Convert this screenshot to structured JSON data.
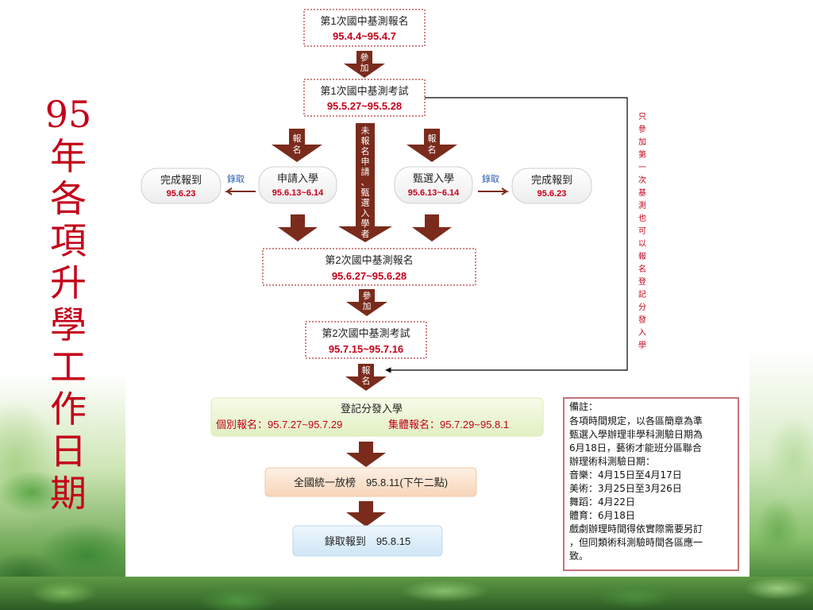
{
  "title_chars": [
    "95",
    "年",
    "各",
    "項",
    "升",
    "學",
    "工",
    "作",
    "日",
    "期"
  ],
  "colors": {
    "title": "#c4001a",
    "arrow": "#7a2b1c",
    "date": "#c4001a",
    "dotted_border": "#c45c5c",
    "green_box": "#eef7d8",
    "orange_box": "#fbe3cf",
    "blue_box": "#dfeffa",
    "link": "#2a5db0"
  },
  "flow": {
    "reg1": {
      "name": "第1次國中基測報名",
      "date": "95.4.4~95.4.7"
    },
    "join1": "參加",
    "exam1": {
      "name": "第1次國中基測考試",
      "date": "95.5.27~95.5.28"
    },
    "left_tag": "報名",
    "mid_note": "未報名申請、甄選入學者",
    "right_tag": "報名",
    "apply": {
      "name": "申請入學",
      "date": "95.6.13~6.14"
    },
    "select": {
      "name": "甄選入學",
      "date": "95.6.13~6.14"
    },
    "admit_left": "錄取",
    "admit_right": "錄取",
    "done_left": {
      "name": "完成報到",
      "date": "95.6.23"
    },
    "done_right": {
      "name": "完成報到",
      "date": "95.6.23"
    },
    "reg2": {
      "name": "第2次國中基測報名",
      "date": "95.6.27~95.6.28"
    },
    "join2": "參加",
    "exam2": {
      "name": "第2次國中基測考試",
      "date": "95.7.15~95.7.16"
    },
    "reg3": "報名",
    "side_note": "只參加第一次基測也可以報名登記分發入學",
    "dist": {
      "name": "登記分發入學",
      "individual": "個別報名：95.7.27~95.7.29",
      "group": "集體報名：95.7.29~95.8.1"
    },
    "release": "全國統一放榜　95.8.11(下午二點)",
    "enroll": "錄取報到　95.8.15"
  },
  "remarks": {
    "heading": "備註：",
    "lines": [
      "各項時間規定，以各區簡章為準",
      "甄選入學辦理非學科測驗日期為",
      "6月18日，藝術才能班分區聯合",
      "辦理術科測驗日期：",
      "音樂：4月15日至4月17日",
      "美術：3月25日至3月26日",
      "舞蹈：4月22日",
      "體育：6月18日",
      "戲劇辦理時間得依實際需要另訂",
      "，但同類術科測驗時間各區應一",
      "致。"
    ]
  }
}
